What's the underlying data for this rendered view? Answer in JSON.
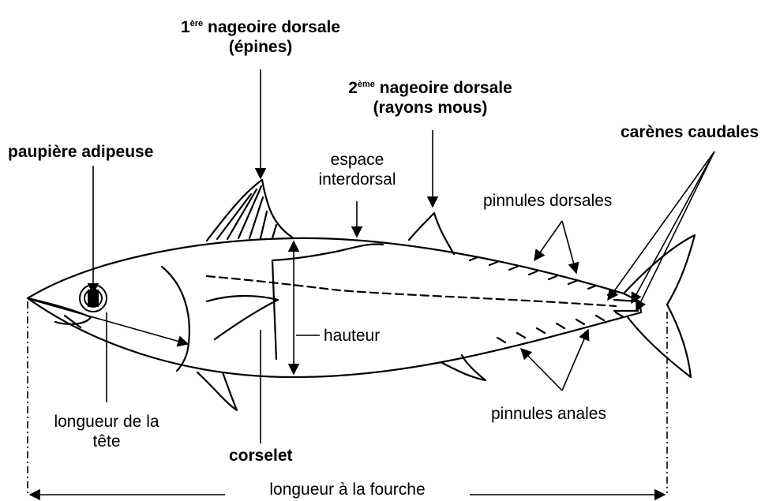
{
  "labels": {
    "dorsal1_num": "1",
    "dorsal1_sup": "ère",
    "dorsal1_text": " nageoire dorsale",
    "dorsal1_sub": "(épines)",
    "dorsal2_num": "2",
    "dorsal2_sup": "ème",
    "dorsal2_text": " nageoire dorsale",
    "dorsal2_sub": "(rayons mous)",
    "carenes": "carènes caudales",
    "paupiere": "paupière adipeuse",
    "espace_line1": "espace",
    "espace_line2": "interdorsal",
    "pinnules_dorsales": "pinnules dorsales",
    "hauteur": "hauteur",
    "longueur_tete_line1": "longueur de la",
    "longueur_tete_line2": "tête",
    "corselet": "corselet",
    "pinnules_anales": "pinnules anales",
    "longueur_fourche": "longueur à la fourche"
  }
}
